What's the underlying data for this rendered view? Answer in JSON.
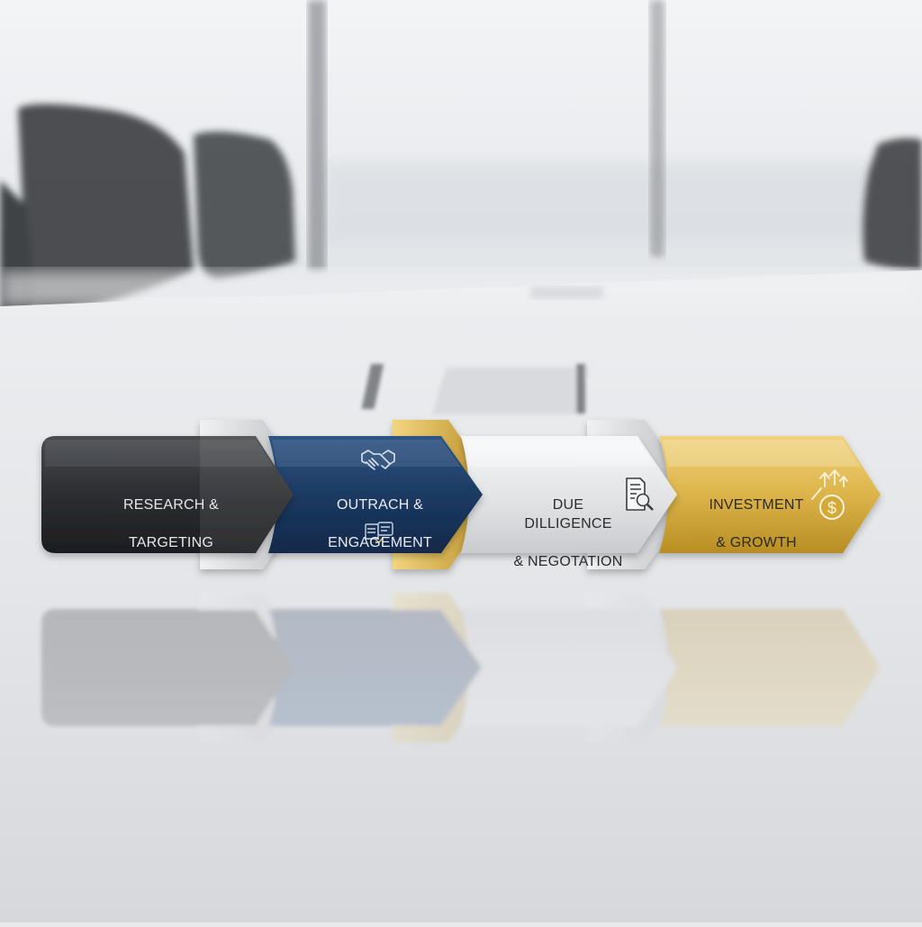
{
  "process": {
    "steps": [
      {
        "line1": "RESEARCH &",
        "line2": "TARGETING",
        "color": "#2f3032",
        "text_color": "#e6e7e9"
      },
      {
        "line1": "OUTRACH &",
        "line2": "ENGAGEMENT",
        "color": "#1d3a60",
        "text_color": "#e8edf4",
        "icons": [
          "handshake-icon",
          "chat-document-icon"
        ]
      },
      {
        "line1": "DUE DILLIGENCE",
        "line2": "& NEGOTATION",
        "color": "#e3e4e6",
        "text_color": "#2b2c2e",
        "icons": [
          "document-search-icon"
        ]
      },
      {
        "line1": "INVESTMENT",
        "line2": "& GROWTH",
        "color": "#d9b23c",
        "text_color": "#2c2a22",
        "icons": [
          "dollar-growth-icon"
        ]
      }
    ]
  }
}
